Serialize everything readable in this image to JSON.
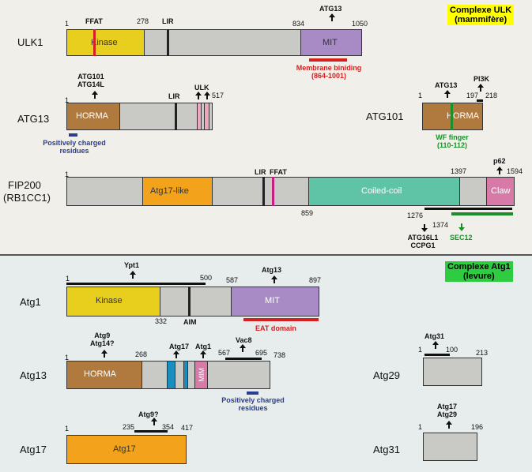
{
  "top_panel": {
    "title_line1": "Complexe ULK",
    "title_line2": "(mammifère)",
    "ulk1": {
      "name": "ULK1",
      "domains": [
        "Kinase",
        "MIT"
      ],
      "motifs": [
        "FFAT",
        "LIR"
      ],
      "numbers": [
        "1",
        "278",
        "834",
        "1050"
      ],
      "binder": "ATG13",
      "membrane_label": "Membrane biniding",
      "membrane_range": "(864-1001)"
    },
    "atg13": {
      "name": "ATG13",
      "domain": "HORMA",
      "motif": "LIR",
      "binders_line1": "ATG101",
      "binders_line2": "ATG14L",
      "ulk": "ULK",
      "numbers": [
        "1",
        "517"
      ],
      "positive_line1": "Positively charged",
      "positive_line2": "residues"
    },
    "atg101": {
      "name": "ATG101",
      "domain": "HORMA",
      "binder": "ATG13",
      "pi3k": "PI3K",
      "numbers": [
        "1",
        "197",
        "218"
      ],
      "wf_line1": "WF finger",
      "wf_line2": "(110-112)"
    },
    "fip200": {
      "name_line1": "FIP200",
      "name_line2": "(RB1CC1)",
      "domains": [
        "Atg17-like",
        "Coiled-coil",
        "Claw"
      ],
      "motifs": [
        "LIR",
        "FFAT"
      ],
      "numbers": [
        "1",
        "859",
        "1397",
        "1594",
        "1276",
        "1374"
      ],
      "p62": "p62",
      "atg16l1": "ATG16L1",
      "ccpg1": "CCPG1",
      "sec12": "SEC12"
    }
  },
  "bottom_panel": {
    "title_line1": "Complexe Atg1",
    "title_line2": "(levure)",
    "atg1": {
      "name": "Atg1",
      "domains": [
        "Kinase",
        "MIT"
      ],
      "motif": "AIM",
      "numbers": [
        "1",
        "500",
        "587",
        "897",
        "332"
      ],
      "ypt1": "Ypt1",
      "atg13": "Atg13",
      "eat": "EAT domain"
    },
    "atg13": {
      "name": "Atg13",
      "domains": [
        "HORMA",
        "MIM"
      ],
      "numbers": [
        "1",
        "268",
        "567",
        "695",
        "738"
      ],
      "binders_line1": "Atg9",
      "binders_line2": "Atg14?",
      "atg17": "Atg17",
      "atg1": "Atg1",
      "vac8": "Vac8",
      "positive_line1": "Positively charged",
      "positive_line2": "residues"
    },
    "atg17": {
      "name": "Atg17",
      "domain": "Atg17",
      "numbers": [
        "1",
        "235",
        "354",
        "417"
      ],
      "atg9": "Atg9?"
    },
    "atg29": {
      "name": "Atg29",
      "numbers": [
        "1",
        "100",
        "213"
      ],
      "atg31": "Atg31"
    },
    "atg31": {
      "name": "Atg31",
      "numbers": [
        "1",
        "196"
      ],
      "binders_line1": "Atg17",
      "binders_line2": "Atg29"
    }
  },
  "colors": {
    "kinase": "#e8cf1e",
    "mit": "#a88ac4",
    "horma": "#b07a3e",
    "coiled_coil": "#5fc3a6",
    "claw": "#d77aa8",
    "atg17_like": "#f2a31b",
    "protein_body": "#c9c9c6",
    "red_accent": "#d42020",
    "green_accent": "#1c8f2c",
    "blue_accent": "#2a3d8f",
    "title_bg_top": "#ffff00",
    "title_bg_bottom": "#2ecc40"
  }
}
